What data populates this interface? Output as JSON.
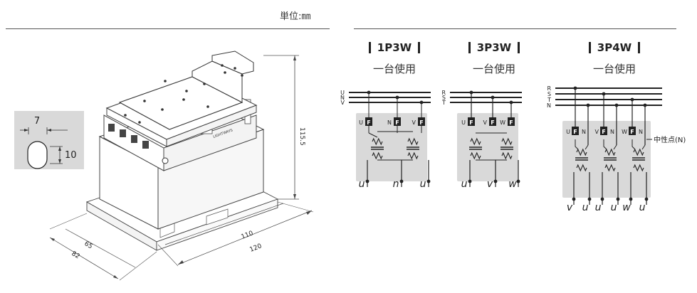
{
  "unit_label": "単位:㎜",
  "slot_detail": {
    "width": "7",
    "height": "10"
  },
  "dimensions": {
    "height": "115.5",
    "len_a": "110",
    "len_b": "120",
    "depth_a": "65",
    "depth_b": "82"
  },
  "device_label": "LIGHTWAYS",
  "wiring": [
    {
      "system": "1P3W",
      "usage": "一台使用",
      "lines": [
        "U",
        "N",
        "V"
      ],
      "terminals": [
        "U",
        "N",
        "V"
      ],
      "outputs": [
        "u",
        "n",
        "u"
      ]
    },
    {
      "system": "3P3W",
      "usage": "一台使用",
      "lines": [
        "R",
        "S",
        "T"
      ],
      "terminals": [
        "U",
        "V",
        "W"
      ],
      "outputs": [
        "u",
        "v",
        "w"
      ]
    },
    {
      "system": "3P4W",
      "usage": "一台使用",
      "lines": [
        "R",
        "S",
        "T",
        "N"
      ],
      "terminals": [
        "U",
        "N",
        "V",
        "N",
        "W",
        "N"
      ],
      "outputs": [
        "v",
        "u",
        "u",
        "u",
        "w",
        "u"
      ],
      "neutral_label": "中性点(N)"
    }
  ],
  "fuse_label": "F"
}
